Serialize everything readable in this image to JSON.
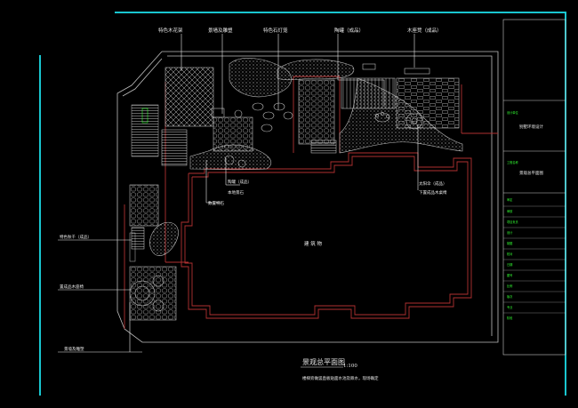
{
  "labels": {
    "flower_rack": "特色木花架",
    "planter_sculpture_top": "景墙及雕塑",
    "stone_lamp": "特色石灯笼",
    "pottery_top": "陶罐（成品）",
    "wood_bench": "木座凳（成品）",
    "stone_crock": "陶罐（成品）",
    "local_stone": "本地景石",
    "character_stone": "数置特石",
    "umbrella": "太阳伞（成品）",
    "umbrella_sub": "下置成品木桌椅",
    "swing": "特色秋千（成品）",
    "stand_wood_pavilion": "置成品木座椅",
    "wall_sculpture_bottom": "景墙及雕塑",
    "building": "建  筑  物"
  },
  "title": {
    "main": "景观总平面图",
    "scale": "1:100",
    "note": "楼梯旁做竖直板贴面水池及跌水，现场确定"
  },
  "title_block": {
    "project": "别墅环境设计",
    "drawing": "景观总平面图",
    "small_texts": [
      "设计单位",
      "工程名称",
      "审定",
      "审核",
      "项目负责",
      "设计",
      "制图",
      "校对",
      "日期",
      "图号",
      "比例",
      "版次",
      "专业",
      "阶段"
    ]
  },
  "colors": {
    "background": "#000000",
    "frame": "#19c6cf",
    "plan_outline": "#b03030",
    "hatch": "#c8c8c8",
    "text": "#e8e8e8",
    "green_text": "#33ff33"
  }
}
